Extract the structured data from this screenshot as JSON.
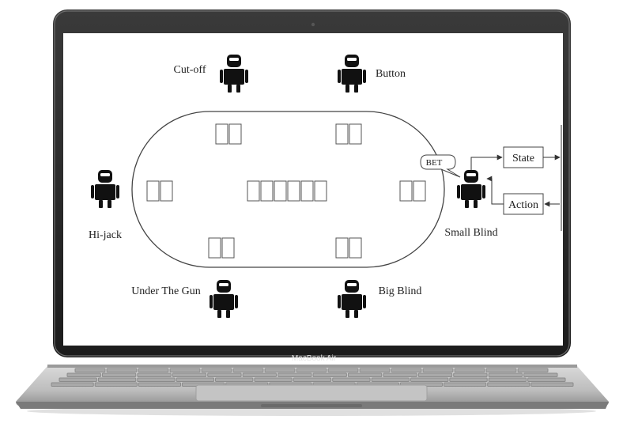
{
  "device": {
    "model_label": "MacBook Air"
  },
  "diagram": {
    "players": [
      {
        "id": "cut-off",
        "name": "Cut-off"
      },
      {
        "id": "button",
        "name": "Button"
      },
      {
        "id": "hi-jack",
        "name": "Hi-jack"
      },
      {
        "id": "small-blind",
        "name": "Small Blind"
      },
      {
        "id": "under-the-gun",
        "name": "Under The Gun"
      },
      {
        "id": "big-blind",
        "name": "Big Blind"
      }
    ],
    "bet_bubble": "BET",
    "state_box": "State",
    "action_box": "Action"
  }
}
